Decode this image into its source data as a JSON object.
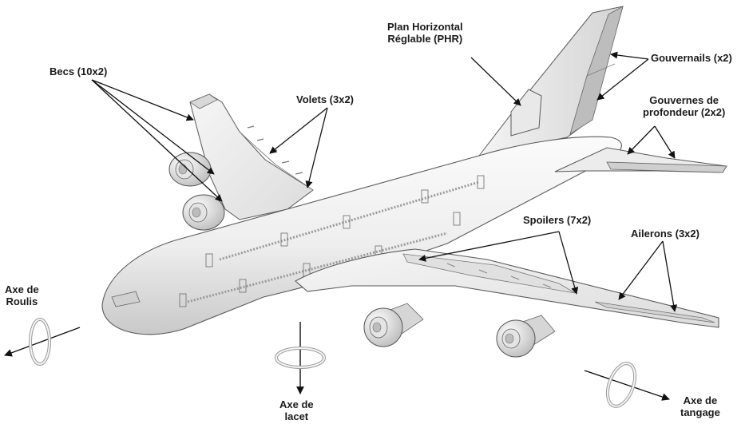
{
  "labels": {
    "becs": "Becs (10x2)",
    "volets": "Volets (3x2)",
    "phr": "Plan Horizontal\nRéglable (PHR)",
    "gouvernails": "Gouvernails (x2)",
    "gouvernes": "Gouvernes de\nprofondeur (2x2)",
    "spoilers": "Spoilers (7x2)",
    "ailerons": "Ailerons (3x2)",
    "roulis": "Axe de\nRoulis",
    "lacet": "Axe de\nlacet",
    "tangage": "Axe de\ntangage"
  },
  "colors": {
    "body": "#f2f2f2",
    "shade": "#c8c8c8",
    "outline": "#5a5a5a",
    "control_surface": "#bdbdbd",
    "arrow": "#111111"
  }
}
